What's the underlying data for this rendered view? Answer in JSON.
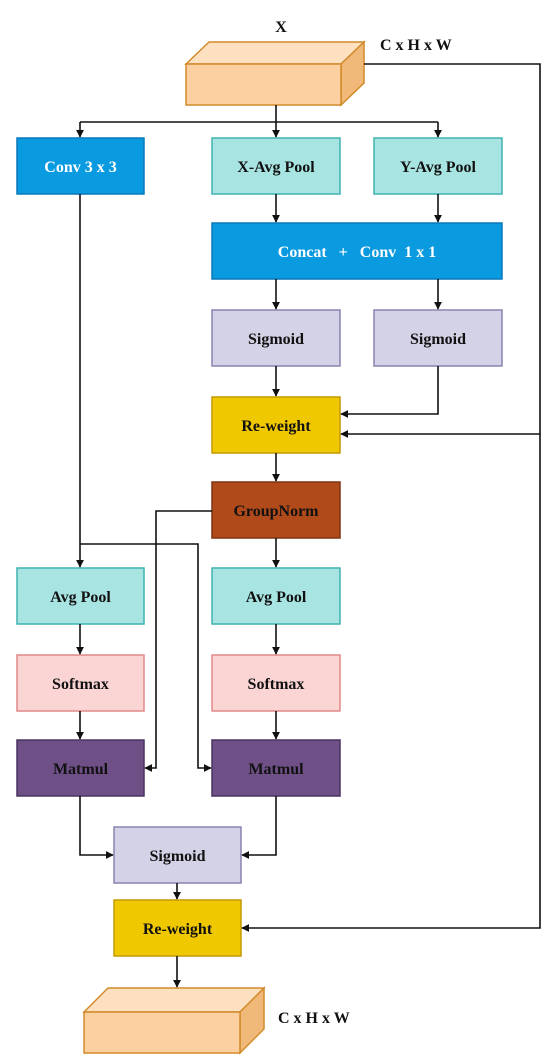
{
  "input": {
    "name": "X",
    "shape": "C x H x W"
  },
  "output": {
    "shape": "C x H x W"
  },
  "blocks": {
    "conv3": "Conv  3 x 3",
    "xpool": "X-Avg Pool",
    "ypool": "Y-Avg Pool",
    "concat": "Concat   +   Conv  1 x 1",
    "sigmoid_left": "Sigmoid",
    "sigmoid_right": "Sigmoid",
    "reweight_top": "Re-weight",
    "groupnorm": "GroupNorm",
    "avgpool_left": "Avg Pool",
    "avgpool_right": "Avg Pool",
    "softmax_left": "Softmax",
    "softmax_right": "Softmax",
    "matmul_left": "Matmul",
    "matmul_right": "Matmul",
    "sigmoid_bottom": "Sigmoid",
    "reweight_bottom": "Re-weight"
  },
  "colors": {
    "conv": "#0a9ae0",
    "pool": "#a8e4e2",
    "sigmoid": "#d4d2e6",
    "reweight": "#f0c800",
    "groupnorm": "#b04a1a",
    "softmax": "#fbd4d4",
    "matmul": "#6e4f86",
    "tensor": "#fcd0a0",
    "tensor_edge": "#d28a2a"
  }
}
